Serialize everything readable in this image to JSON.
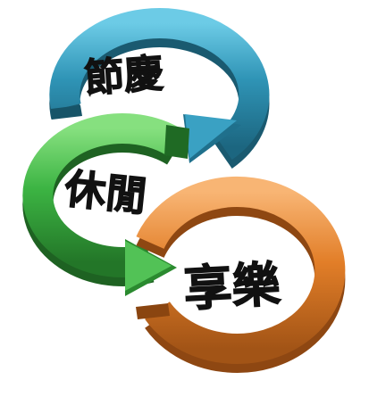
{
  "diagram": {
    "rings": [
      {
        "label": "節慶",
        "color": "#2d8fb0",
        "highlight": "#55b8d6",
        "shadow": "#1b6079"
      },
      {
        "label": "休閒",
        "color": "#39b13e",
        "highlight": "#6fd86e",
        "shadow": "#24772a"
      },
      {
        "label": "享樂",
        "color": "#e07c27",
        "highlight": "#f5a35a",
        "shadow": "#9f5216"
      }
    ]
  }
}
